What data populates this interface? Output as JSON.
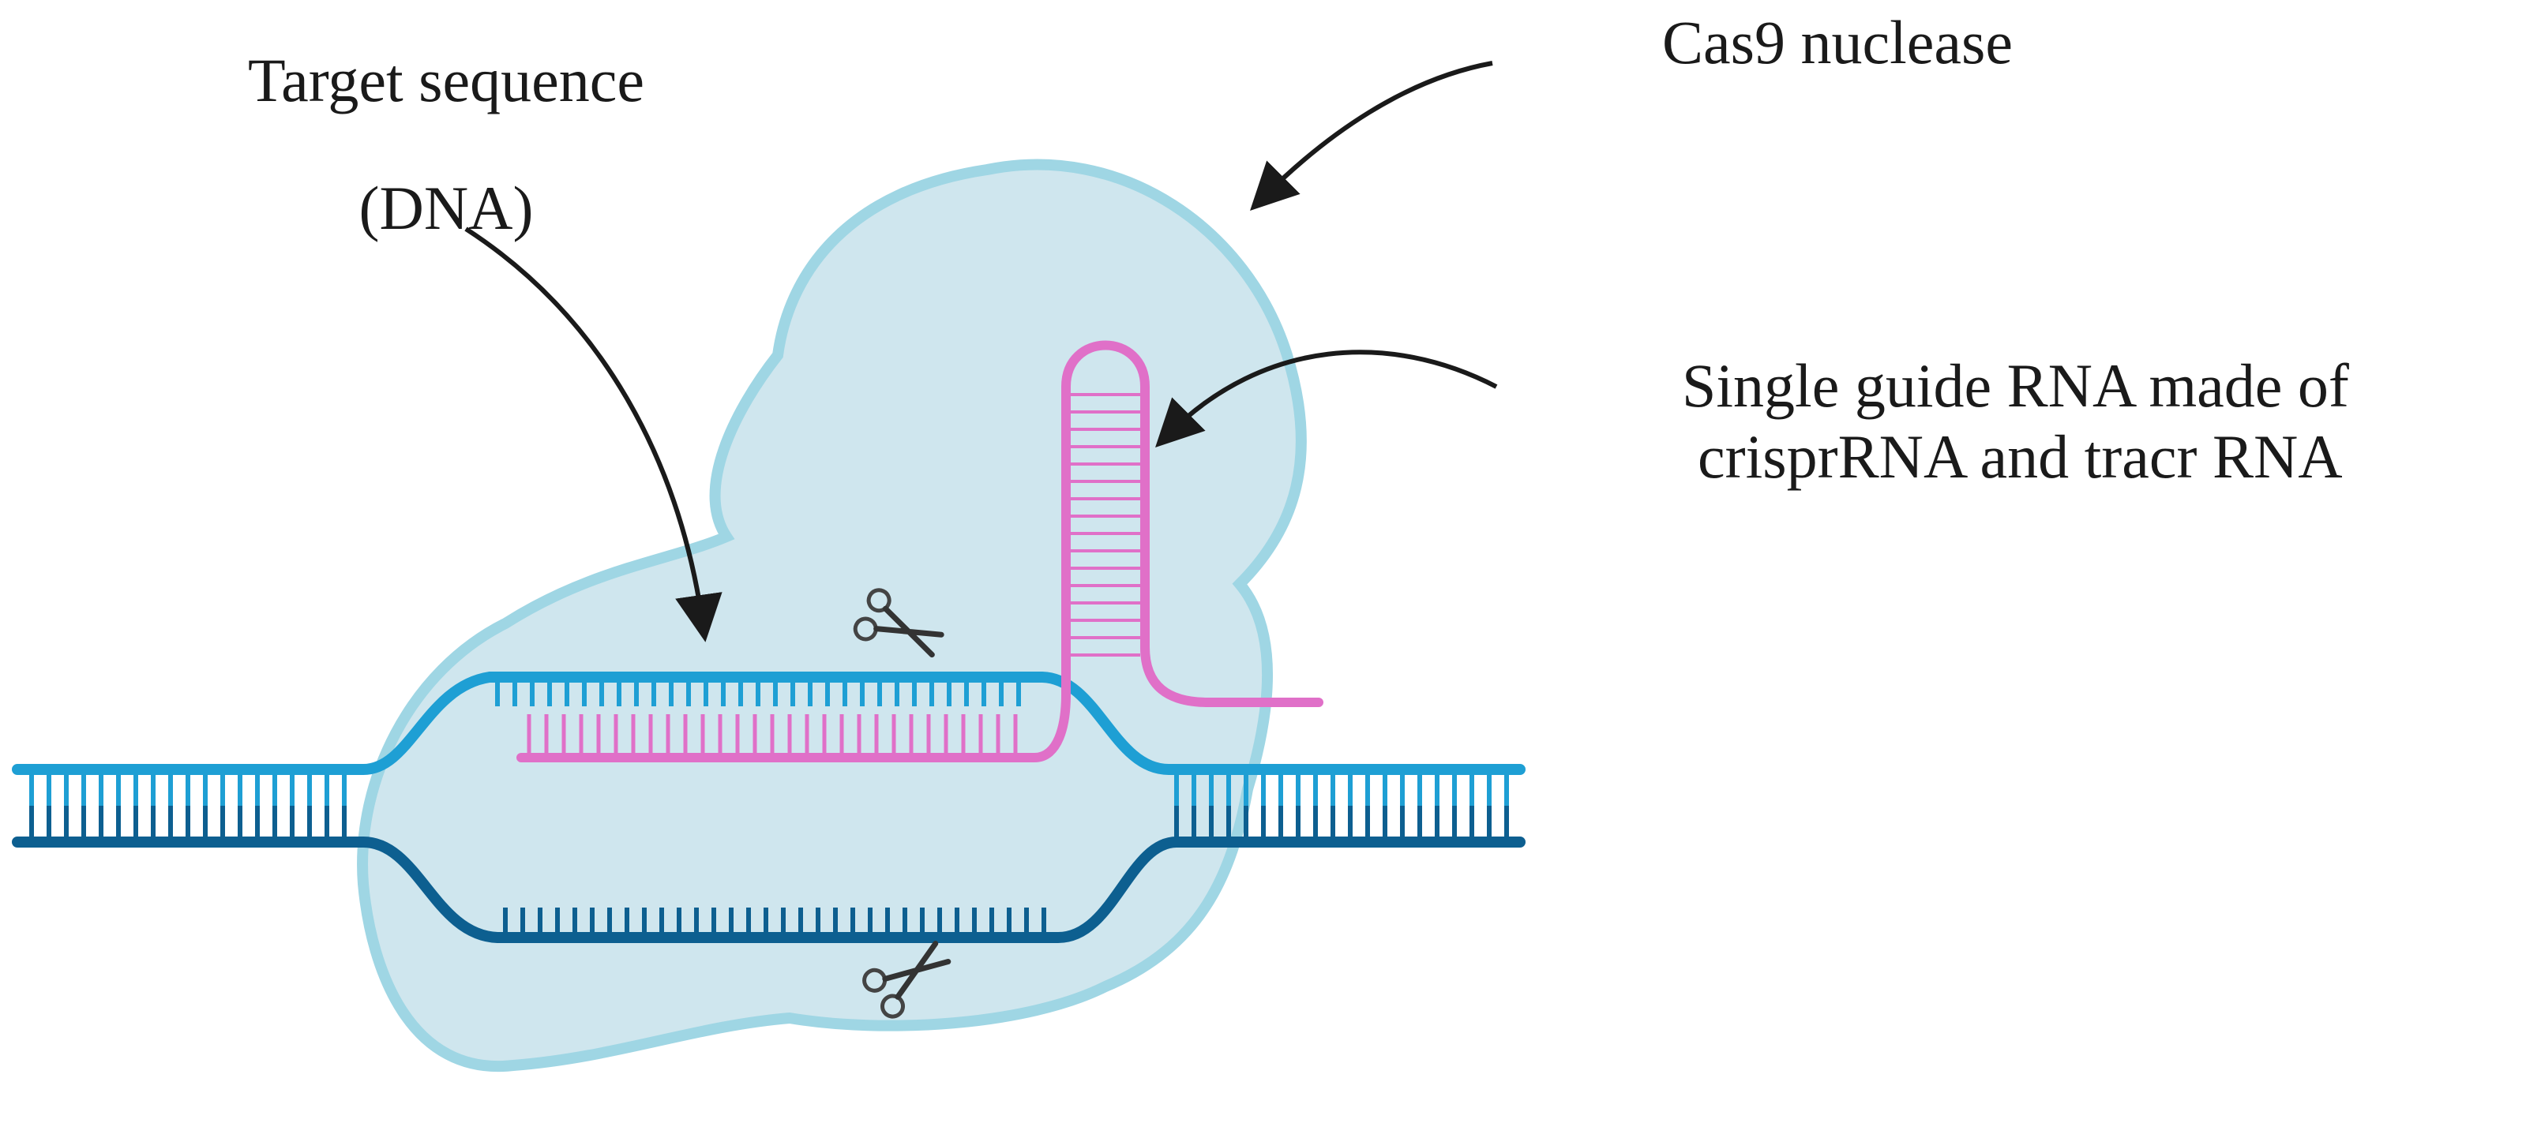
{
  "labels": {
    "target_line1": "Target sequence",
    "target_line2": "(DNA)",
    "cas9": "Cas9 nuclease",
    "sgrna_line1": "Single guide RNA made of",
    "sgrna_line2": "crisprRNA and tracr RNA"
  },
  "colors": {
    "cas9_fill": "#cfe6ee",
    "cas9_stroke": "#9fd6e4",
    "dna_upper": "#1e9fd4",
    "dna_lower": "#0d5f90",
    "rna": "#e070c8",
    "arrow": "#1a1a1a",
    "text": "#1a1a1a"
  },
  "icons": [
    "scissors-icon-top",
    "scissors-icon-bottom"
  ]
}
